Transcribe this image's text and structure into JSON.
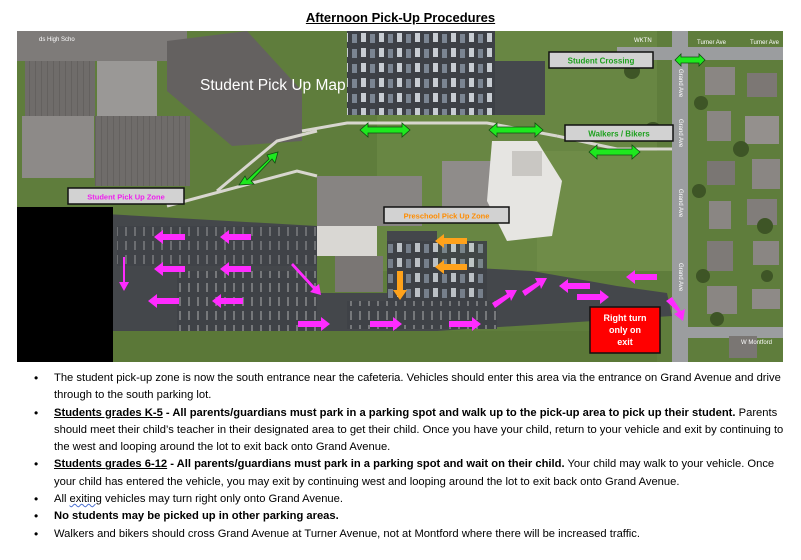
{
  "title": "Afternoon Pick-Up Procedures",
  "map": {
    "heading": "Student Pick Up Map",
    "labels": {
      "student_crossing": "Student Crossing",
      "walkers_bikers": "Walkers / Bikers",
      "student_pickup_zone": "Student Pick Up Zone",
      "preschool_pickup_zone": "Preschool Pick Up Zone",
      "right_turn_line1": "Right turn",
      "right_turn_line2": "only on",
      "right_turn_line3": "exit"
    },
    "map_text": {
      "school_name": "ds High Scho",
      "wktn": "WKTN",
      "turner_ave_1": "Turner Ave",
      "turner_ave_2": "Turner Ave",
      "grand_ave_1": "Grand Ave",
      "grand_ave_2": "Grand Ave",
      "grand_ave_3": "Grand Ave",
      "grand_ave_4": "Grand Ave",
      "montford": "W Montford"
    },
    "colors": {
      "magenta_arrow": "#ff2bff",
      "green_arrow": "#1ee81e",
      "orange_arrow": "#ffa21a",
      "exit_box": "#ff0000",
      "redacted": "#000000"
    }
  },
  "bullets": [
    {
      "lead_underline": "",
      "lead_bold": "",
      "text": "The student pick-up zone is now the south entrance near the cafeteria. Vehicles should enter this area via the entrance on Grand Avenue and drive through to the south parking lot."
    },
    {
      "lead_underline": "Students grades K-5",
      "lead_bold": " - All parents/guardians must park in a parking spot and walk up to the pick-up area to pick up their student.",
      "text": " Parents should meet their child’s teacher in their designated area to get their child. Once you have your child, return to your vehicle and exit by continuing to the west and looping around the lot to exit back onto Grand Avenue."
    },
    {
      "lead_underline": "Students grades 6-12",
      "lead_bold": " - All parents/guardians must park in a parking spot and wait on their child.",
      "text": " Your child may walk to your vehicle. Once your child has entered the vehicle, you may exit by continuing west and looping around the lot to exit back onto Grand Avenue."
    },
    {
      "plain_prefix": "All ",
      "squiggle_word": "exiting",
      "text": " vehicles may turn right only onto Grand Avenue."
    },
    {
      "bold_text": "No students may be picked up in other parking areas."
    },
    {
      "text": "Walkers and bikers should cross Grand Avenue at Turner Avenue, not at Montford where there will be increased traffic."
    }
  ]
}
